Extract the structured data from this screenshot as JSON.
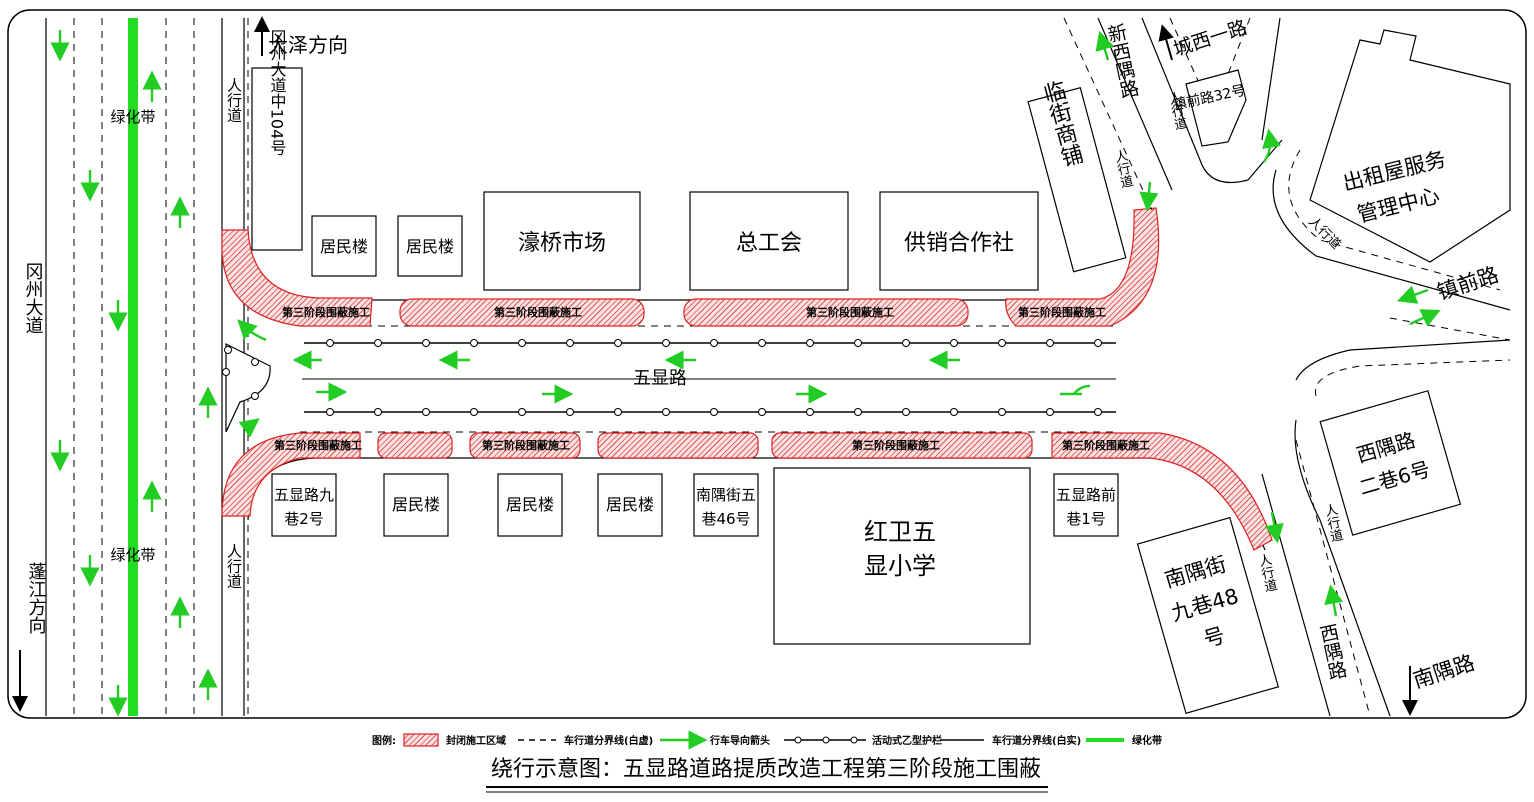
{
  "top_direction": "大泽方向",
  "bottom_direction": "蓬江方向",
  "main_road_vertical": "冈州大道",
  "green_belt": "绿化带",
  "sidewalk": "人行道",
  "main_road": "五显路",
  "buildings_north": [
    "居民楼",
    "居民楼",
    "濠桥市场",
    "总工会",
    "供销合作社"
  ],
  "building_104": "冈州大道中104号",
  "building_linjie": "临街商铺",
  "building_zhenqian32": "镇前路32号",
  "building_chuzu": [
    "出租屋服务",
    "管理中心"
  ],
  "building_xiyu6": [
    "西隅路",
    "二巷6号"
  ],
  "building_nanyu48": [
    "南隅街",
    "九巷48",
    "号"
  ],
  "buildings_south": {
    "wuxian9_2": [
      "五显路九",
      "巷2号"
    ],
    "res1": "居民楼",
    "res2": "居民楼",
    "res3": "居民楼",
    "nanyu5_46": [
      "南隅街五",
      "巷46号"
    ],
    "school": [
      "红卫五",
      "显小学"
    ],
    "wuxianqian1": [
      "五显路前",
      "巷1号"
    ]
  },
  "street_xinxiyu": "新西隅路",
  "street_chengxi1": "城西一路",
  "street_zhenqian": "镇前路",
  "street_xiyu": "西隅路",
  "street_nanyu": "南隅路",
  "construction_label": "第三阶段围蔽施工",
  "legend": {
    "title": "图例:",
    "closed_area": "封闭施工区域",
    "lane_dashed": "车行道分界线(白虚)",
    "traffic_arrow": "行车导向箭头",
    "barrier": "活动式乙型护栏",
    "lane_solid": "车行道分界线(白实)",
    "green_belt": "绿化带"
  },
  "caption": "绕行示意图：五显路道路提质改造工程第三阶段施工围蔽",
  "colors": {
    "hatch": "#d22222",
    "arrow": "#22cc22",
    "green_belt": "#22dd22"
  }
}
